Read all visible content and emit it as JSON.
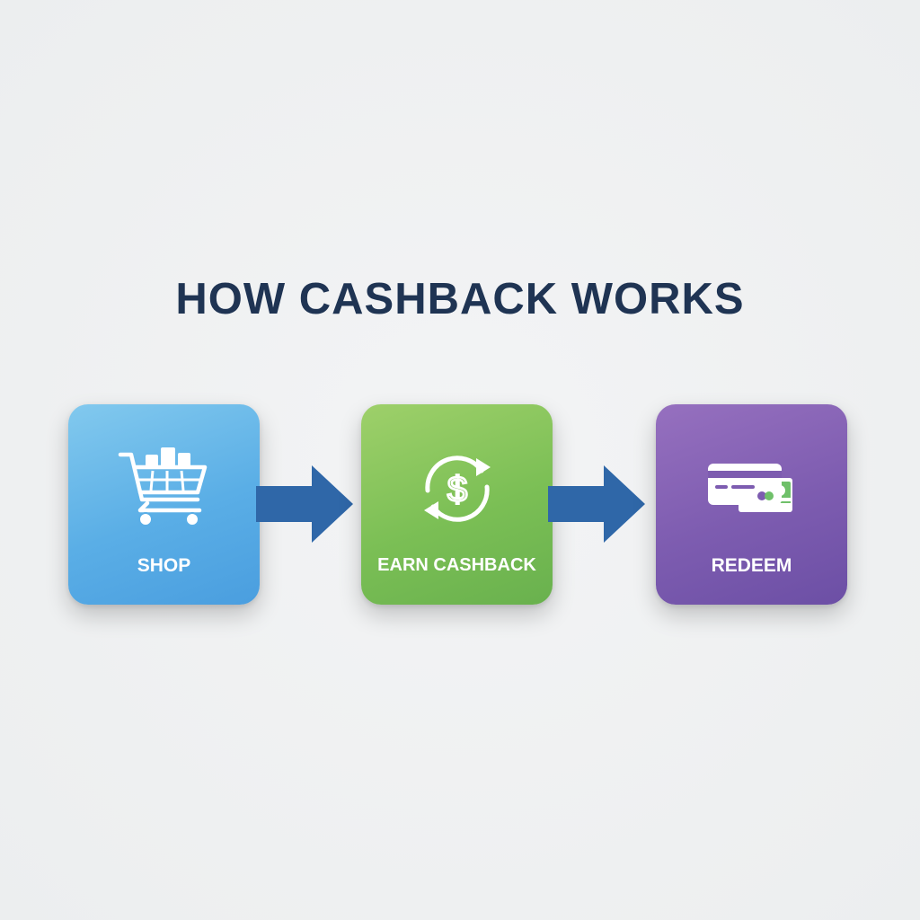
{
  "title": "HOW CASHBACK WORKS",
  "steps": [
    {
      "label": "SHOP",
      "icon": "shopping-cart-icon",
      "color": "#5aaee6"
    },
    {
      "label": "EARN CASHBACK",
      "icon": "dollar-refresh-icon",
      "color": "#7bbf55"
    },
    {
      "label": "REDEEM",
      "icon": "card-and-cash-icon",
      "color": "#7d5cb0"
    }
  ],
  "arrow_color": "#2f67a8",
  "title_color": "#1f3453"
}
